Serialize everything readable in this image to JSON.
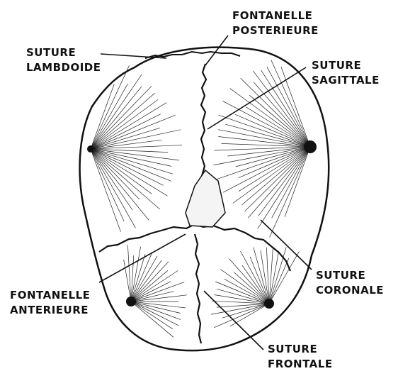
{
  "labels": {
    "fontanelle_posterieure": [
      "FONTANELLE",
      "POSTERIEURE"
    ],
    "suture_lambdoide": [
      "SUTURE",
      "LAMBDOIDE"
    ],
    "suture_sagittale": [
      "SUTURE",
      "SAGITTALE"
    ],
    "fontanelle_anterieure": [
      "FONTANELLE",
      "ANTERIEURE"
    ],
    "suture_coronale": [
      "SUTURE",
      "CORONALE"
    ],
    "suture_frontale": [
      "SUTURE",
      "FRONTALE"
    ]
  },
  "colors": {
    "ink": "#111111",
    "paper": "#ffffff"
  }
}
